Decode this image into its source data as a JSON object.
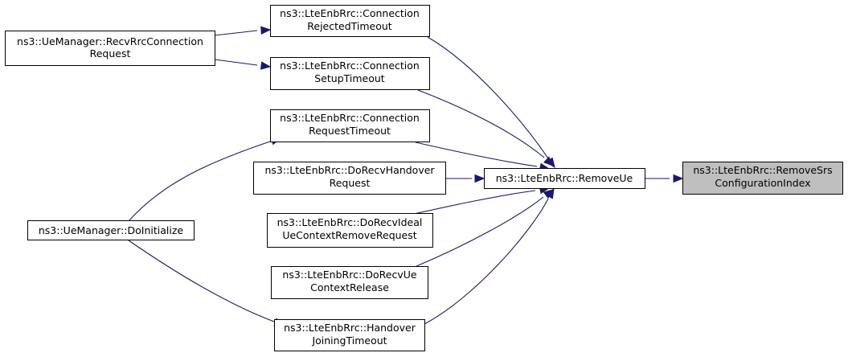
{
  "colors": {
    "edge": "#191970",
    "box_border": "#000000",
    "highlight_fill": "#bfbfbf",
    "box_fill": "#ffffff"
  },
  "nodes": {
    "recv_rrc_connection_request": {
      "lines": [
        "ns3::UeManager::RecvRrcConnection",
        "Request"
      ]
    },
    "do_initialize": {
      "lines": [
        "ns3::UeManager::DoInitialize"
      ]
    },
    "connection_rejected_timeout": {
      "lines": [
        "ns3::LteEnbRrc::Connection",
        "RejectedTimeout"
      ]
    },
    "connection_setup_timeout": {
      "lines": [
        "ns3::LteEnbRrc::Connection",
        "SetupTimeout"
      ]
    },
    "connection_request_timeout": {
      "lines": [
        "ns3::LteEnbRrc::Connection",
        "RequestTimeout"
      ]
    },
    "do_recv_handover_request": {
      "lines": [
        "ns3::LteEnbRrc::DoRecvHandover",
        "Request"
      ]
    },
    "do_recv_ideal_ue_context_remove_request": {
      "lines": [
        "ns3::LteEnbRrc::DoRecvIdeal",
        "UeContextRemoveRequest"
      ]
    },
    "do_recv_ue_context_release": {
      "lines": [
        "ns3::LteEnbRrc::DoRecvUe",
        "ContextRelease"
      ]
    },
    "handover_joining_timeout": {
      "lines": [
        "ns3::LteEnbRrc::Handover",
        "JoiningTimeout"
      ]
    },
    "remove_ue": {
      "lines": [
        "ns3::LteEnbRrc::RemoveUe"
      ]
    },
    "remove_srs_configuration_index": {
      "lines": [
        "ns3::LteEnbRrc::RemoveSrs",
        "ConfigurationIndex"
      ]
    }
  },
  "edges": [
    {
      "from": "recv_rrc_connection_request",
      "to": "connection_rejected_timeout"
    },
    {
      "from": "recv_rrc_connection_request",
      "to": "connection_setup_timeout"
    },
    {
      "from": "do_initialize",
      "to": "connection_request_timeout"
    },
    {
      "from": "do_initialize",
      "to": "handover_joining_timeout"
    },
    {
      "from": "connection_rejected_timeout",
      "to": "remove_ue"
    },
    {
      "from": "connection_setup_timeout",
      "to": "remove_ue"
    },
    {
      "from": "connection_request_timeout",
      "to": "remove_ue"
    },
    {
      "from": "do_recv_handover_request",
      "to": "remove_ue"
    },
    {
      "from": "do_recv_ideal_ue_context_remove_request",
      "to": "remove_ue"
    },
    {
      "from": "do_recv_ue_context_release",
      "to": "remove_ue"
    },
    {
      "from": "handover_joining_timeout",
      "to": "remove_ue"
    },
    {
      "from": "remove_ue",
      "to": "remove_srs_configuration_index"
    }
  ]
}
